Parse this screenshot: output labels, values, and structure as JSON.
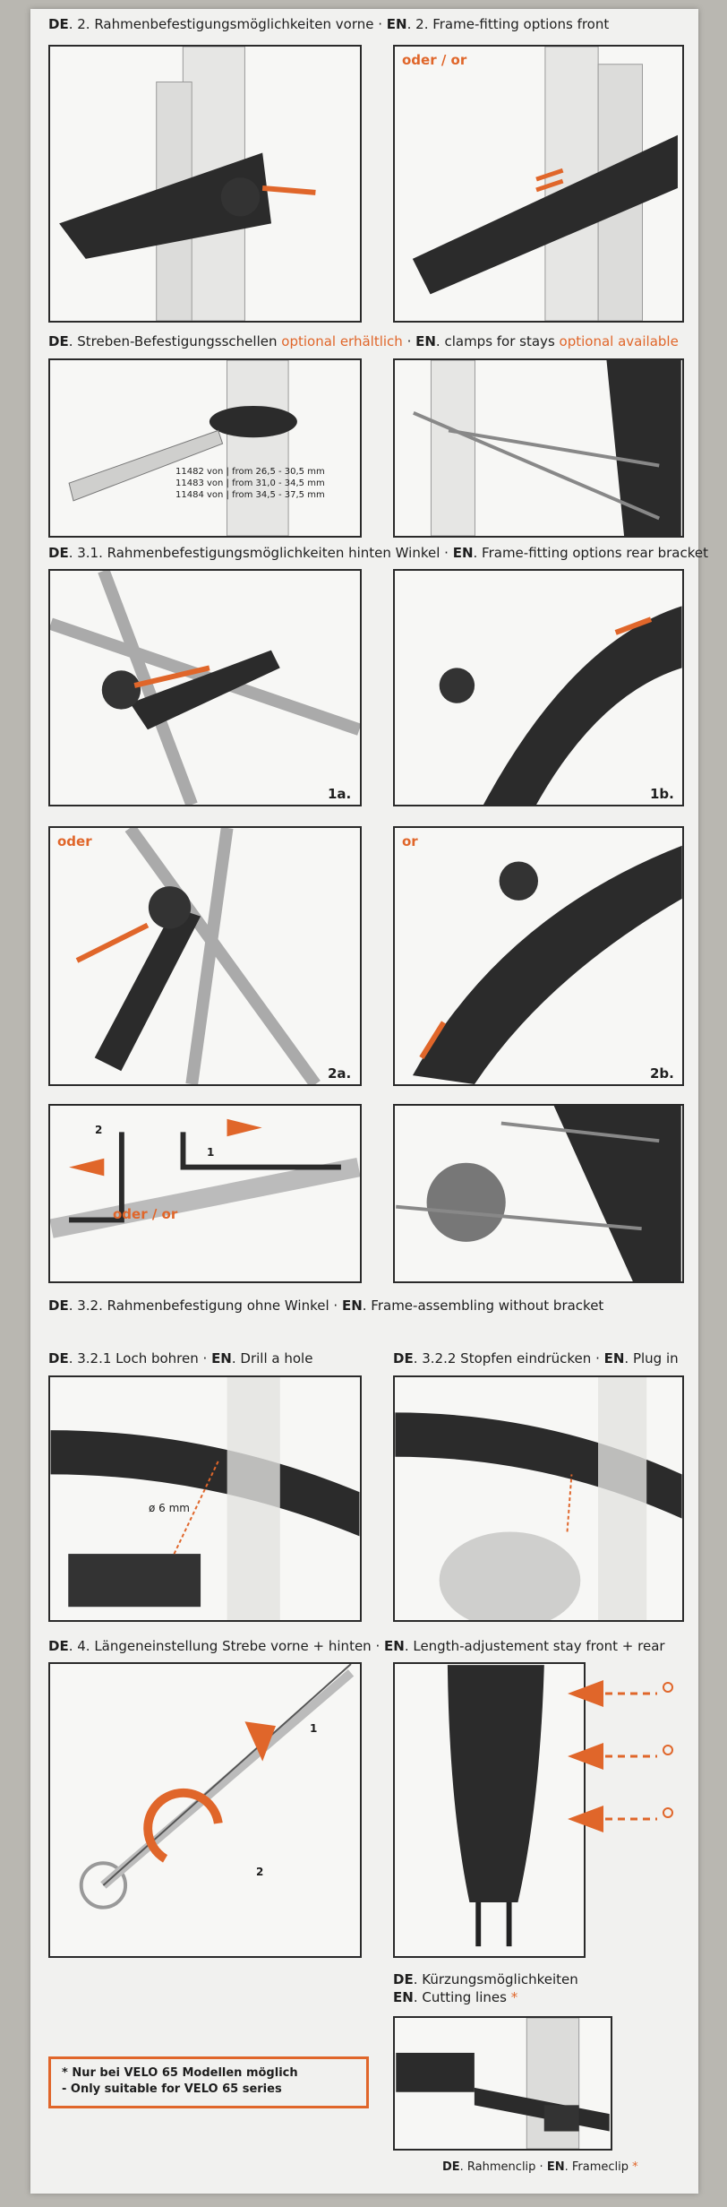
{
  "sections": {
    "s2": {
      "de_tag": "DE",
      "de": ". 2. Rahmenbefestigungsmöglichkeiten vorne",
      "en_tag": "EN",
      "en": ". 2. Frame-fitting options front"
    },
    "s_clamps": {
      "de_tag": "DE",
      "de": ". Streben-Befestigungsschellen",
      "de_opt": "optional erhältlich",
      "en_tag": "EN",
      "en": ". clamps for stays",
      "en_opt": "optional available"
    },
    "s31": {
      "de_tag": "DE",
      "de": ". 3.1. Rahmenbefestigungsmöglichkeiten hinten Winkel",
      "en_tag": "EN",
      "en": ". Frame-fitting options rear bracket"
    },
    "s32": {
      "de_tag": "DE",
      "de": ". 3.2. Rahmenbefestigung ohne Winkel",
      "en_tag": "EN",
      "en": ". Frame-assembling without bracket"
    },
    "s321": {
      "de_tag": "DE",
      "de": ". 3.2.1 Loch bohren",
      "en_tag": "EN",
      "en": ". Drill a hole"
    },
    "s322": {
      "de_tag": "DE",
      "de": ". 3.2.2 Stopfen eindrücken",
      "en_tag": "EN",
      "en": ". Plug in"
    },
    "s4": {
      "de_tag": "DE",
      "de": ". 4. Längeneinstellung Strebe vorne + hinten",
      "en_tag": "EN",
      "en": ". Length-adjustement stay front + rear"
    },
    "cut": {
      "de_tag": "DE",
      "de": ". Kürzungsmöglichkeiten",
      "en_tag": "EN",
      "en": ". Cutting lines",
      "star": "*"
    },
    "clip": {
      "de_tag": "DE",
      "de": ". Rahmenclip",
      "en_tag": "EN",
      "en": ". Frameclip",
      "star": "*"
    }
  },
  "labels": {
    "oder_or_top": "oder / or",
    "oder": "oder",
    "or": "or",
    "oder_or_mid": "oder / or",
    "p1a": "1a.",
    "p1b": "1b.",
    "p2a": "2a.",
    "p2b": "2b.",
    "num1": "1",
    "num2": "2",
    "drill_size": "ø 6 mm"
  },
  "clamp_sizes": [
    "11482 von | from 26,5 - 30,5 mm",
    "11483 von | from 31,0 - 34,5 mm",
    "11484 von | from 34,5 - 37,5 mm"
  ],
  "note": {
    "line1": "* Nur bei VELO 65 Modellen möglich",
    "line2": "- Only suitable for VELO 65 series"
  },
  "colors": {
    "accent": "#e0662a",
    "ink": "#1e1e1e",
    "paper": "#f1f1ef"
  }
}
